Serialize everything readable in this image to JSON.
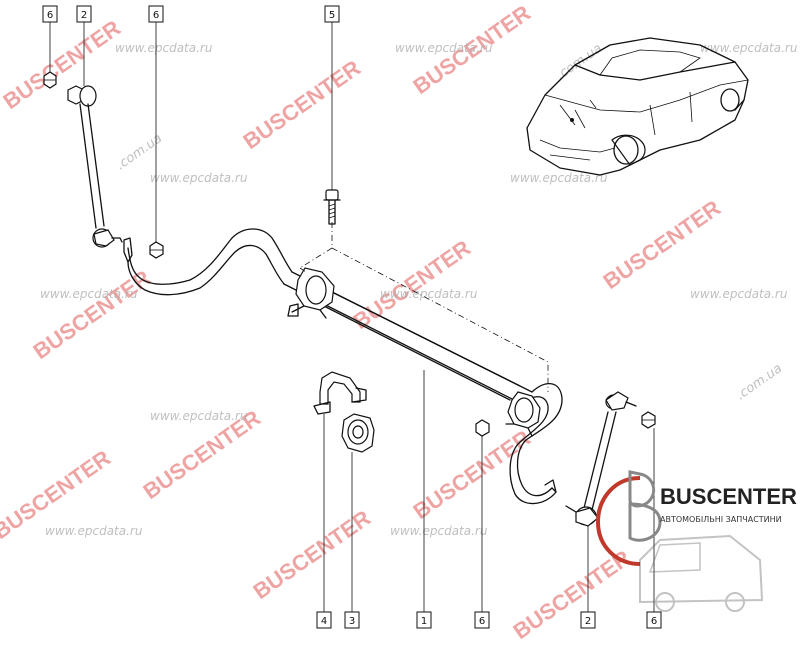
{
  "watermarks": {
    "brand": "BUSCENTER",
    "brand_domain": ".com.ua",
    "epc": "www.epcdata.ru"
  },
  "callouts": {
    "c1": "1",
    "c2a": "2",
    "c2b": "2",
    "c3": "3",
    "c4": "4",
    "c5": "5",
    "c6a": "6",
    "c6b": "6",
    "c6c": "6",
    "c6d": "6"
  },
  "logo": {
    "name": "BUSCENTER",
    "tagline": "АВТОМОБІЛЬНІ ЗАПЧАСТИНИ"
  }
}
